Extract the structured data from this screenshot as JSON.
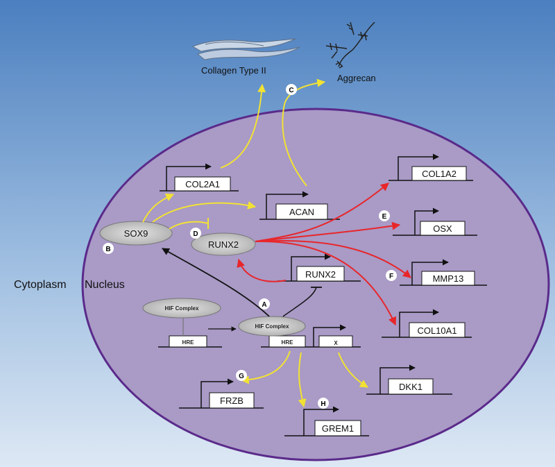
{
  "regions": {
    "cytoplasm": "Cytoplasm",
    "nucleus": "Nucleus"
  },
  "products": {
    "collagen": "Collagen Type II",
    "aggrecan": "Aggrecan"
  },
  "genes": {
    "col2a1": "COL2A1",
    "acan": "ACAN",
    "col1a2": "COL1A2",
    "osx": "OSX",
    "mmp13": "MMP13",
    "col10a1": "COL10A1",
    "runx2_gene": "RUNX2",
    "frzb": "FRZB",
    "grem1": "GREM1",
    "dkk1": "DKK1",
    "x": "X"
  },
  "proteins": {
    "sox9": "SOX9",
    "runx2": "RUNX2",
    "hif1": "HIF Complex",
    "hif2": "HIF Complex"
  },
  "elements": {
    "hre1": "HRE",
    "hre2": "HRE"
  },
  "markers": {
    "a": "A",
    "b": "B",
    "c": "C",
    "d": "D",
    "e": "E",
    "f": "F",
    "g": "G",
    "h": "H"
  },
  "colors": {
    "yellow_arrow": "#f2e233",
    "red_arrow": "#e8262a",
    "nucleus_fill": "#a99ac6",
    "nucleus_border": "#5a2a8a"
  }
}
